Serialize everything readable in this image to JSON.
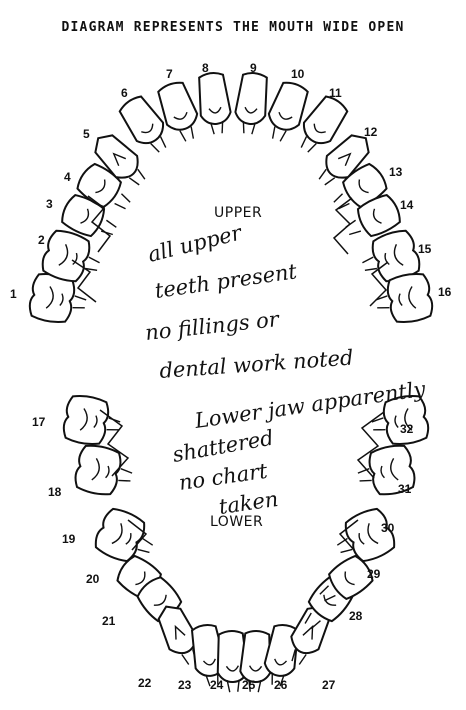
{
  "title": "DIAGRAM REPRESENTS THE MOUTH WIDE OPEN",
  "upper_label": "UPPER",
  "lower_label": "LOWER",
  "tooth_numbers": [
    "1",
    "2",
    "3",
    "4",
    "5",
    "6",
    "7",
    "8",
    "9",
    "10",
    "11",
    "12",
    "13",
    "14",
    "15",
    "16",
    "17",
    "18",
    "19",
    "20",
    "21",
    "22",
    "23",
    "24",
    "25",
    "26",
    "27",
    "28",
    "29",
    "30",
    "31",
    "32"
  ],
  "handwritten_notes": {
    "upper": [
      "all upper",
      "teeth present",
      "no fillings or",
      "dental work noted"
    ],
    "lower": [
      "Lower jaw apparently",
      "shattered",
      "no chart",
      "taken"
    ]
  }
}
